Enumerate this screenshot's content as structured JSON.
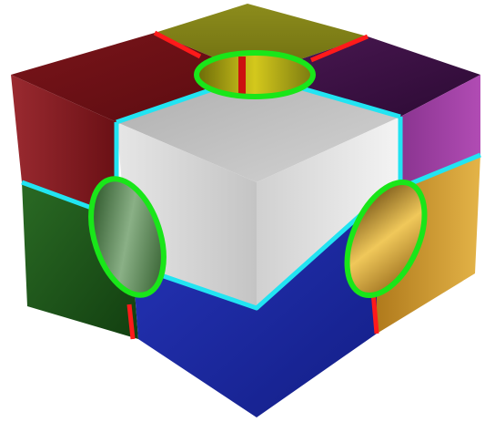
{
  "figure": {
    "background": "#ffffff",
    "face_colors": {
      "top_back_left": "#7e1a20",
      "top_back_right": "#3f1448",
      "top_far": "#8a8a1a",
      "upper_left_side": "#8f2026",
      "upper_right_side": "#9a3a9a",
      "lower_left_side": "#1f5a1a",
      "lower_right_side": "#d4a22e",
      "front_bottom": "#1e2aa8",
      "center_cube_top": "#b8b8b8",
      "center_cube_front": "#d6d6d6",
      "center_cube_right": "#c8c8c8"
    },
    "edge_colors": {
      "cyan_edges": "#22e4f2",
      "red_edges": "#ff1a1a",
      "green_rings": "#19e619"
    },
    "annotations": [
      {
        "name": "top-hole",
        "marker": "green-ellipse"
      },
      {
        "name": "left-hole",
        "marker": "green-ellipse"
      },
      {
        "name": "right-hole",
        "marker": "green-ellipse"
      }
    ]
  }
}
